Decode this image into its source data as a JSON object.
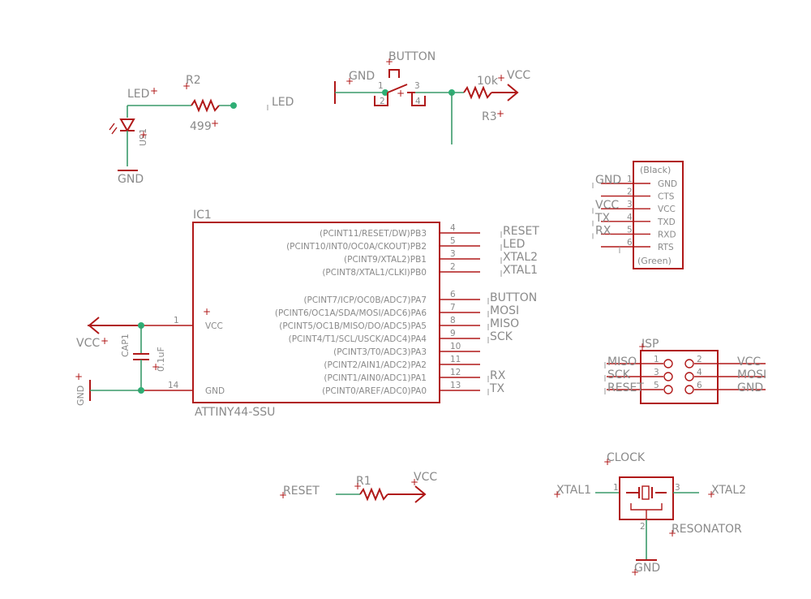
{
  "ic1": {
    "name": "IC1",
    "value": "ATTINY44-SSU",
    "left_pins": [
      {
        "num": "1",
        "name": "VCC"
      },
      {
        "num": "14",
        "name": "GND"
      }
    ],
    "right_pins": [
      {
        "num": "4",
        "name": "(PCINT11/RESET/DW)PB3",
        "net": "RESET"
      },
      {
        "num": "5",
        "name": "(PCINT10/INT0/OC0A/CKOUT)PB2",
        "net": "LED"
      },
      {
        "num": "3",
        "name": "(PCINT9/XTAL2)PB1",
        "net": "XTAL2"
      },
      {
        "num": "2",
        "name": "(PCINT8/XTAL1/CLKI)PB0",
        "net": "XTAL1"
      },
      {
        "num": "6",
        "name": "(PCINT7/ICP/OC0B/ADC7)PA7",
        "net": "BUTTON"
      },
      {
        "num": "7",
        "name": "(PCINT6/OC1A/SDA/MOSI/ADC6)PA6",
        "net": "MOSI"
      },
      {
        "num": "8",
        "name": "(PCINT5/OC1B/MISO/DO/ADC5)PA5",
        "net": "MISO"
      },
      {
        "num": "9",
        "name": "(PCINT4/T1/SCL/USCK/ADC4)PA4",
        "net": "SCK"
      },
      {
        "num": "10",
        "name": "(PCINT3/T0/ADC3)PA3",
        "net": ""
      },
      {
        "num": "11",
        "name": "(PCINT2/AIN1/ADC2)PA2",
        "net": ""
      },
      {
        "num": "12",
        "name": "(PCINT1/AIN0/ADC1)PA1",
        "net": "RX"
      },
      {
        "num": "13",
        "name": "(PCINT0/AREF/ADC0)PA0",
        "net": "TX"
      }
    ]
  },
  "cap": {
    "name": "CAP1",
    "value": "0.1uF",
    "vcc": "VCC",
    "gnd": "GND"
  },
  "led": {
    "name": "LED",
    "value": "US1",
    "r_name": "R2",
    "r_value": "499",
    "net": "LED",
    "gnd": "GND"
  },
  "button": {
    "name": "BUTTON",
    "gnd": "GND",
    "pins": [
      "1",
      "2",
      "3",
      "4"
    ],
    "r_name": "R3",
    "r_value": "10k",
    "vcc": "VCC"
  },
  "ftdi": {
    "top": "(Black)",
    "bottom": "(Green)",
    "pins": [
      {
        "num": "1",
        "name": "GND",
        "net": "GND"
      },
      {
        "num": "2",
        "name": "CTS",
        "net": ""
      },
      {
        "num": "3",
        "name": "VCC",
        "net": "VCC"
      },
      {
        "num": "4",
        "name": "TXD",
        "net": "TX"
      },
      {
        "num": "5",
        "name": "RXD",
        "net": "RX"
      },
      {
        "num": "6",
        "name": "RTS",
        "net": ""
      }
    ]
  },
  "isp": {
    "name": "ISP",
    "left": [
      {
        "num": "1",
        "net": "MISO"
      },
      {
        "num": "3",
        "net": "SCK"
      },
      {
        "num": "5",
        "net": "RESET"
      }
    ],
    "right": [
      {
        "num": "2",
        "net": "VCC"
      },
      {
        "num": "4",
        "net": "MOSI"
      },
      {
        "num": "6",
        "net": "GND"
      }
    ]
  },
  "r1": {
    "name": "R1",
    "net": "RESET",
    "vcc": "VCC"
  },
  "clock": {
    "name": "CLOCK",
    "value": "RESONATOR",
    "left": "XTAL1",
    "right": "XTAL2",
    "gnd": "GND",
    "pin1": "1",
    "pin2": "2",
    "pin3": "3"
  },
  "colors": {
    "symbol": "#b01818",
    "wire": "#3a9a6a",
    "junction": "#2fae75",
    "text": "#8a8a8a"
  }
}
